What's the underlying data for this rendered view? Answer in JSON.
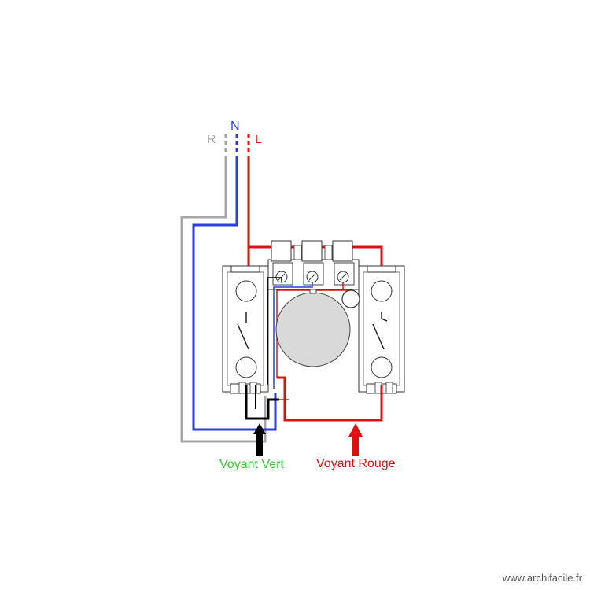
{
  "wires": {
    "r_label": "R",
    "n_label": "N",
    "l_label": "L"
  },
  "indicators": {
    "green_label": "Voyant Vert",
    "red_label": "Voyant Rouge"
  },
  "colors": {
    "r_wire": "#a6a6a6",
    "n_wire": "#2b3fd6",
    "l_wire": "#e01010",
    "green_text": "#33cc33",
    "red_text": "#e01010",
    "black_wire": "#000000"
  },
  "watermark": "www.archifacile.fr"
}
